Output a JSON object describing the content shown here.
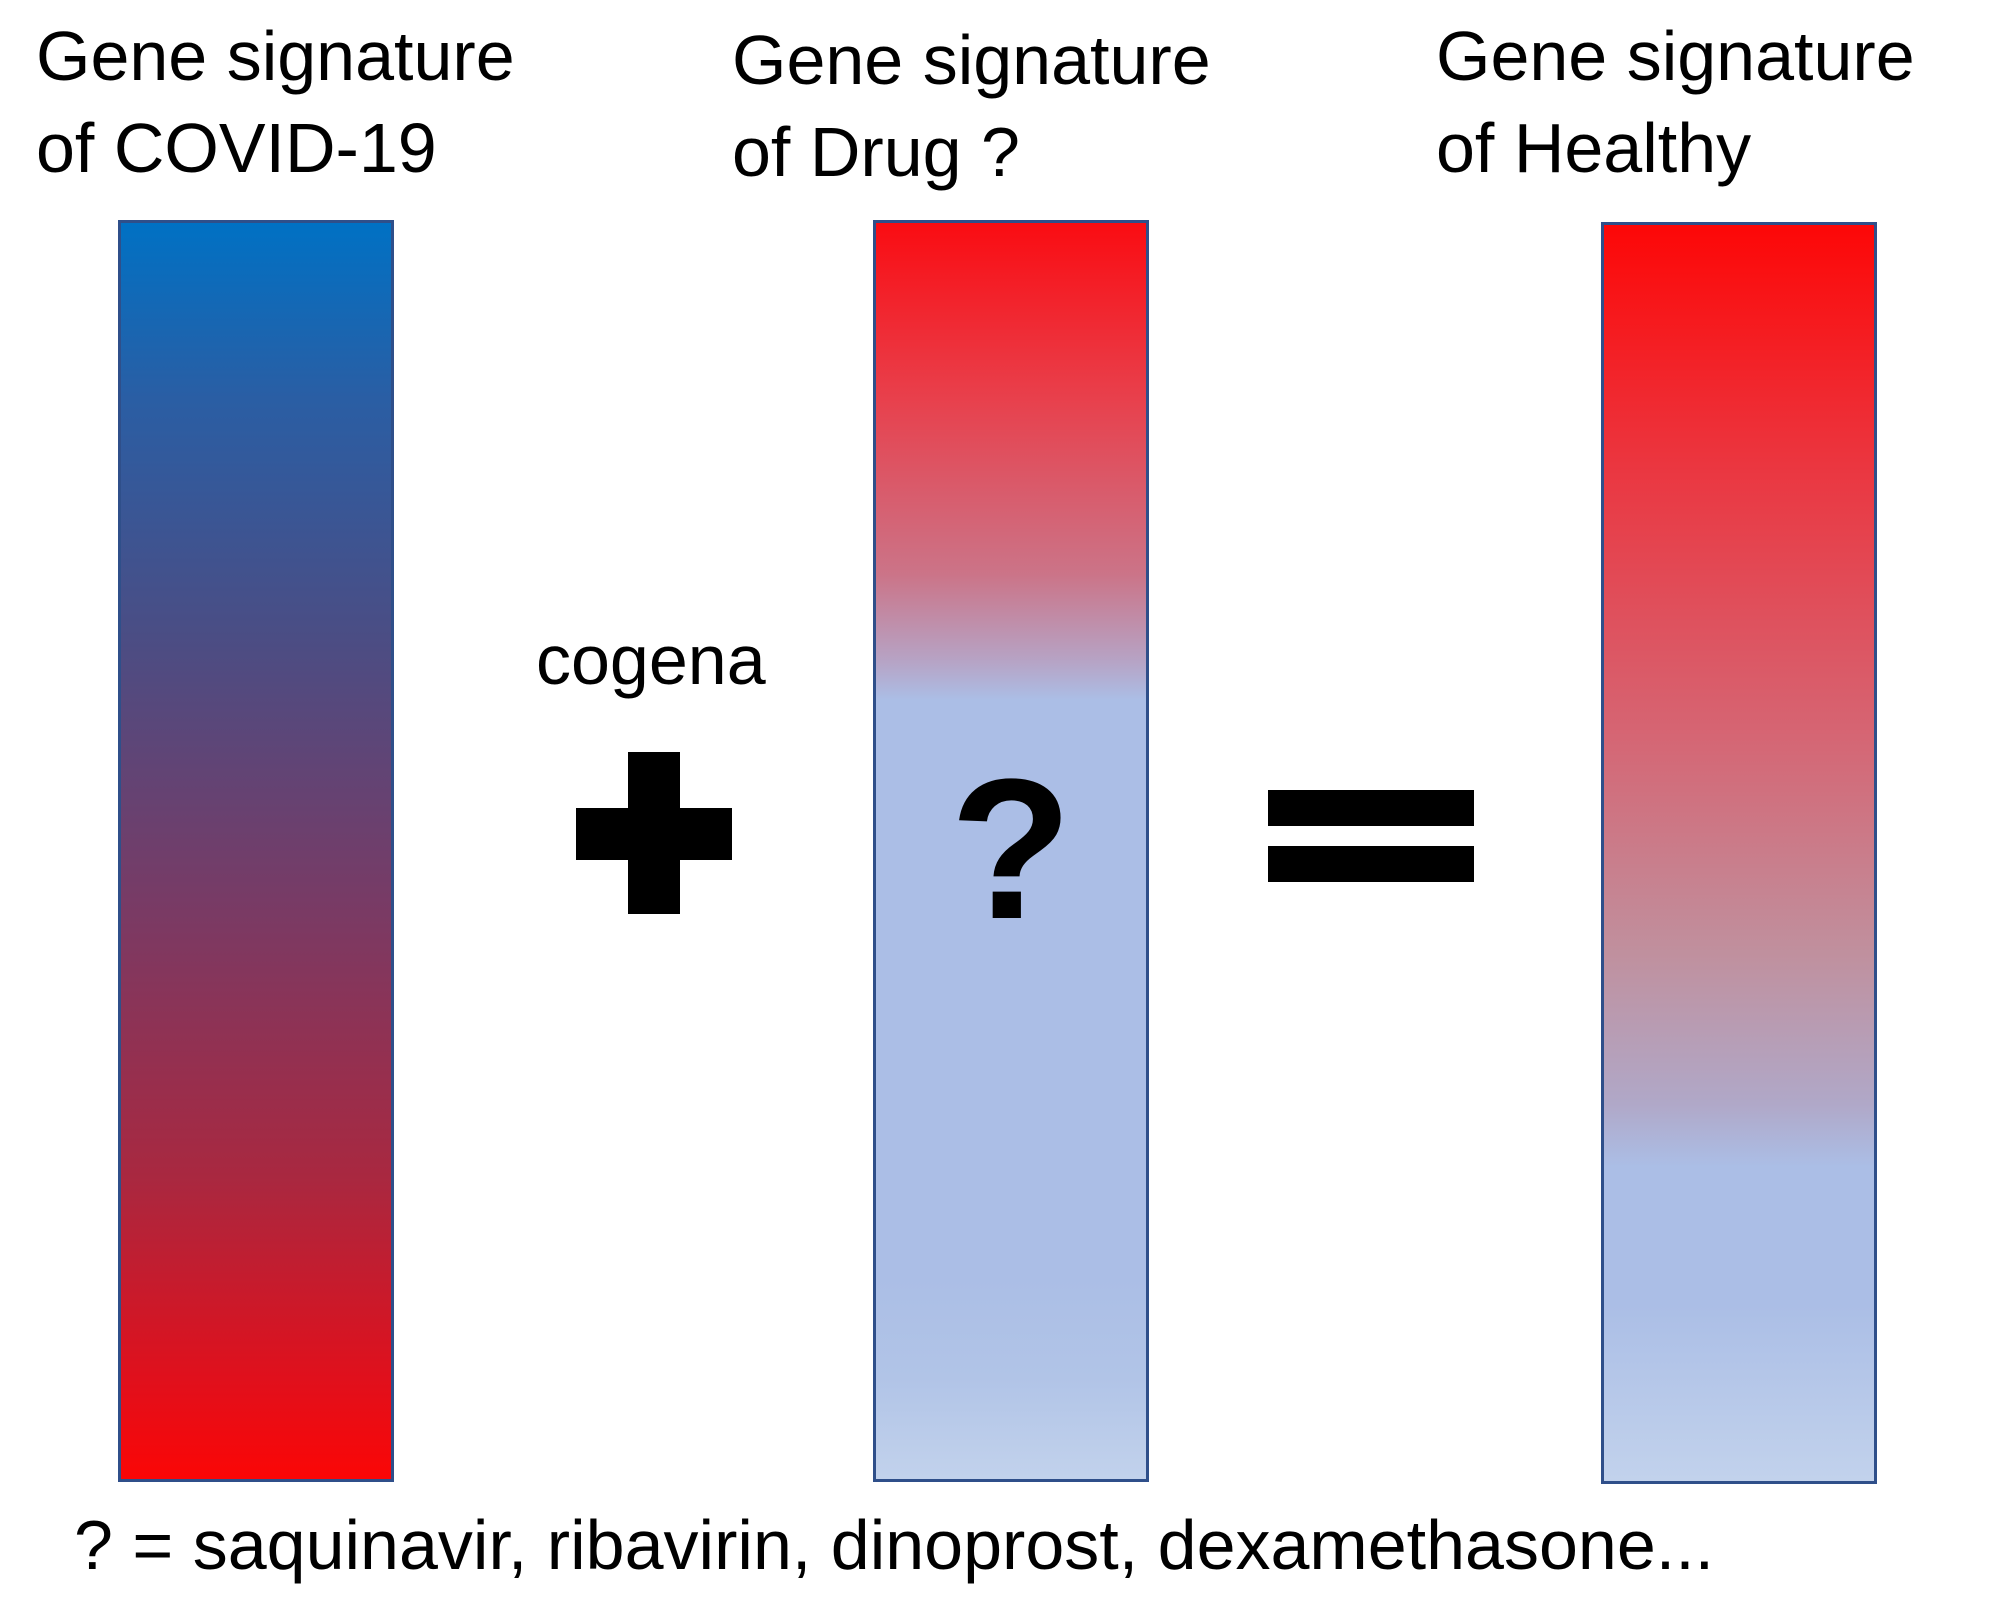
{
  "titles": {
    "covid": {
      "line1": "Gene signature",
      "line2": "of COVID-19"
    },
    "drug": {
      "line1": "Gene signature",
      "line2": "of Drug ?"
    },
    "healthy": {
      "line1": "Gene signature",
      "line2": "of Healthy"
    }
  },
  "bars": {
    "covid": {
      "gradient": [
        "#0071c4",
        "#4b4d84",
        "#a92840",
        "#fb0606"
      ]
    },
    "drug": {
      "gradient": [
        "#fa0c12",
        "#cb7488",
        "#abbee6",
        "#c2d2ec"
      ],
      "symbol": "?"
    },
    "healthy": {
      "gradient": [
        "#fd0707",
        "#c0909e",
        "#abbee6",
        "#c2d2ec"
      ]
    }
  },
  "operators": {
    "method_label": "cogena",
    "plus_icon": "plus-icon",
    "equals_icon": "equals-icon"
  },
  "footnote": "? = saquinavir, ribavirin, dinoprost, dexamethasone...",
  "colors": {
    "bar_border": "#2f4f8a",
    "text": "#000000"
  }
}
